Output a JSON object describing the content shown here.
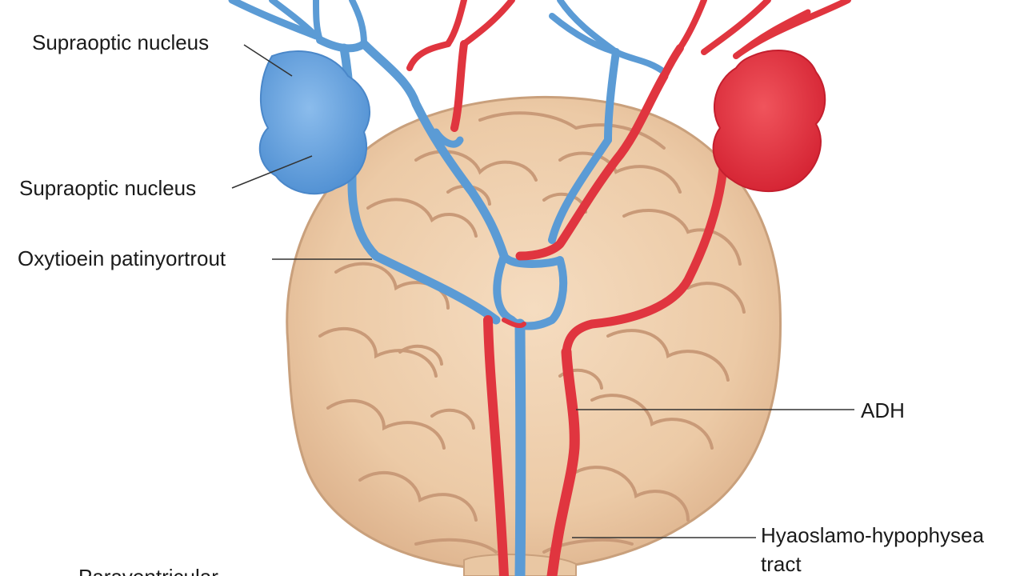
{
  "labels": {
    "supraoptic_top": "Supraoptic nucleus",
    "supraoptic_mid": "Supraoptic nucleus",
    "oxytocin_pathway": "Oxytioein patinyortrout",
    "adh": "ADH",
    "tract_line1": "Hyaoslamo-hypophysea",
    "tract_line2": "tract",
    "bottom_cut": "Paraventricular"
  },
  "colors": {
    "blue_pathway": "#5b9bd5",
    "red_pathway": "#e0353f",
    "brain_fill": "#efcfae",
    "brain_gyri": "#c99a78",
    "leader_line": "#333333"
  }
}
